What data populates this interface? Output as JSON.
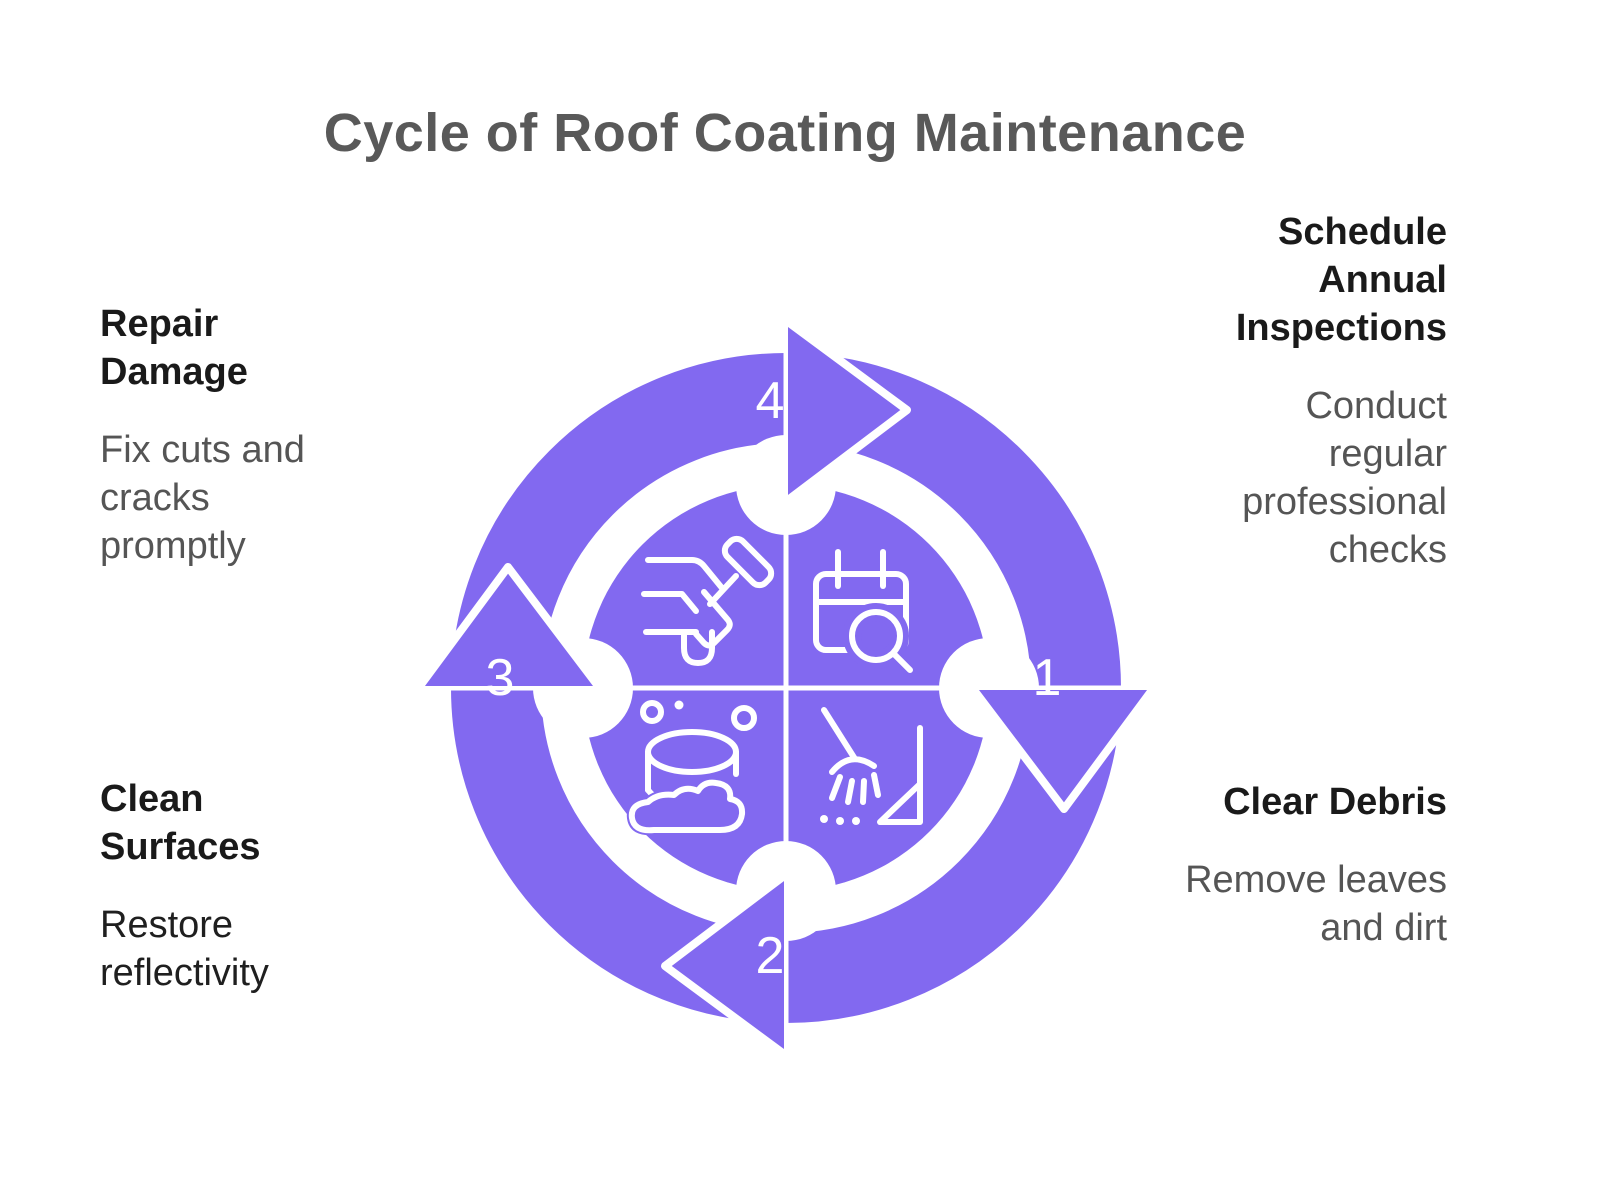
{
  "title": "Cycle of Roof Coating Maintenance",
  "colors": {
    "accent_purple": "#8269F0",
    "title_gray": "#595959",
    "heading_black": "#1a1a1a",
    "body_gray": "#555555"
  },
  "steps": [
    {
      "number": "1",
      "heading": "Clear Debris",
      "body": "Remove leaves and dirt",
      "icon": "broom-dustpan-icon"
    },
    {
      "number": "2",
      "heading": "Clean Surfaces",
      "body": "Restore reflectivity",
      "icon": "sponge-suds-icon"
    },
    {
      "number": "3",
      "heading": "Repair Damage",
      "body": "Fix cuts and cracks promptly",
      "icon": "caulk-gun-hammer-icon"
    },
    {
      "number": "4",
      "heading": "Schedule Annual Inspections",
      "body": "Conduct regular professional checks",
      "icon": "calendar-search-icon"
    }
  ]
}
